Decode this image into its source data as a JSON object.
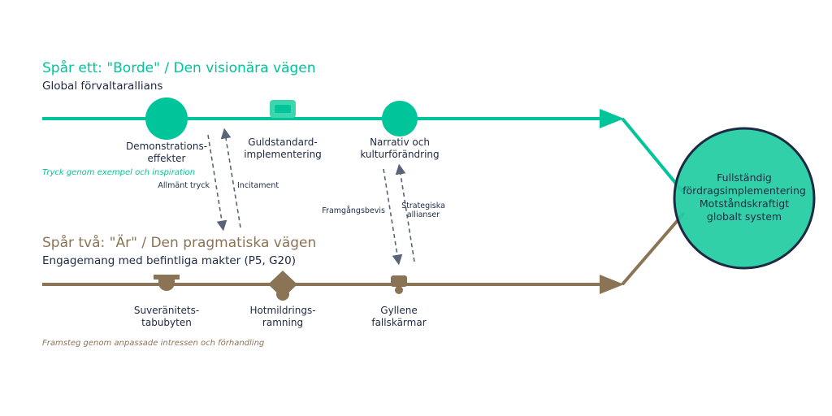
{
  "colors": {
    "track_one": "#00C49A",
    "track_one_light": "#3DD6AE",
    "track_two": "#8B7355",
    "text_dark": "#1E2A44",
    "arrow_gray": "#5A6478",
    "goal_fill": "#1FCCA2",
    "goal_stroke": "#1E2A44"
  },
  "track_one": {
    "title": "Spår ett: \"Borde\" / Den visionära vägen",
    "subtitle": "Global förvaltarallians",
    "caption": "Tryck genom exempel och inspiration",
    "nodes": [
      {
        "label_lines": [
          "Demonstrations-",
          "effekter"
        ],
        "shape": "circle"
      },
      {
        "label_lines": [
          "Guldstandard-",
          "implementering"
        ],
        "shape": "rounded-rect"
      },
      {
        "label_lines": [
          "Narrativ och",
          "kulturförändring"
        ],
        "shape": "circle"
      }
    ]
  },
  "track_two": {
    "title": "Spår två: \"Är\" / Den pragmatiska vägen",
    "subtitle": "Engagemang med befintliga makter (P5, G20)",
    "caption": "Framsteg genom anpassade intressen och förhandling",
    "nodes": [
      {
        "label_lines": [
          "Suveränitets-",
          "tabubyten"
        ],
        "shape": "tee-semicircle"
      },
      {
        "label_lines": [
          "Hotmildrings-",
          "ramning"
        ],
        "shape": "diamond-circle"
      },
      {
        "label_lines": [
          "Gyllene",
          "fallskärmar"
        ],
        "shape": "rect-dot"
      }
    ]
  },
  "connections": [
    {
      "label": "Allmänt tryck",
      "direction": "down"
    },
    {
      "label": "Incitament",
      "direction": "up"
    },
    {
      "label": "Framgångsbevis",
      "direction": "down"
    },
    {
      "label_lines": [
        "Strategiska",
        "allianser"
      ],
      "direction": "up"
    }
  ],
  "goal": {
    "label_lines": [
      "Fullständig",
      "fördragsimplementering",
      "Motståndskraftigt",
      "globalt system"
    ]
  }
}
